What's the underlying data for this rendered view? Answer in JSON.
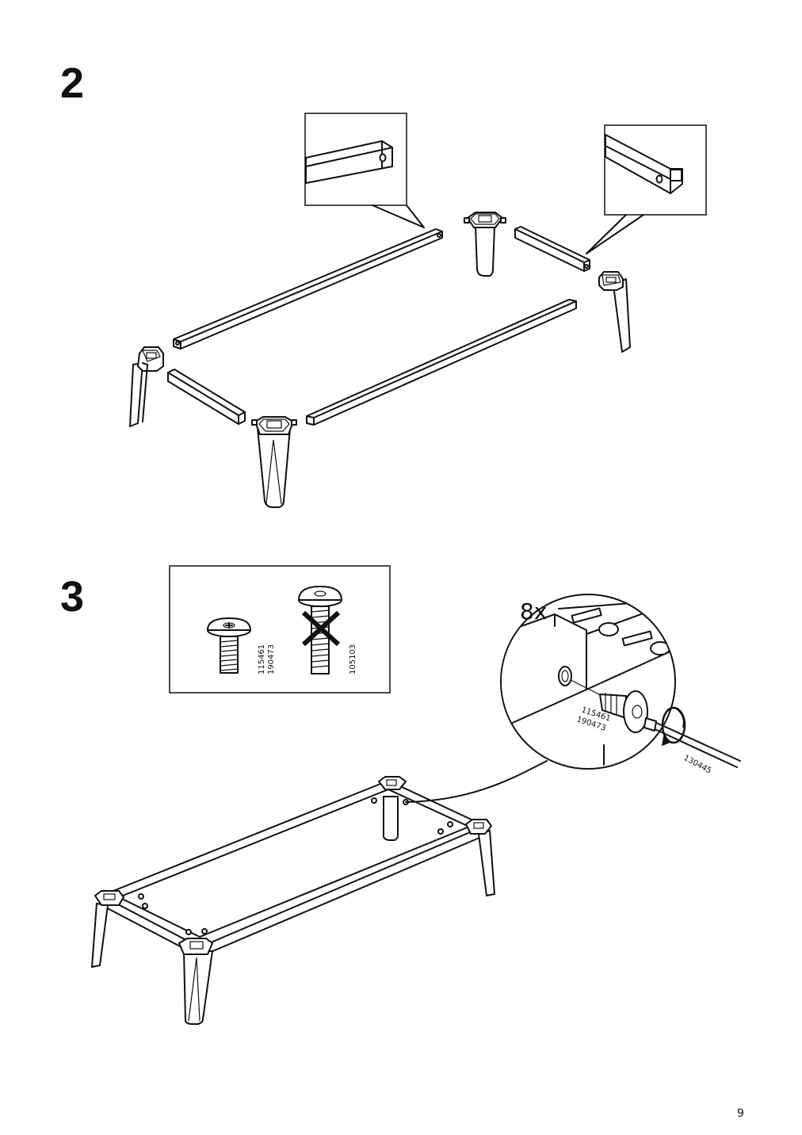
{
  "page": {
    "number": "9"
  },
  "step2": {
    "number": "2"
  },
  "step3": {
    "number": "3",
    "quantity": "8x",
    "screw_ok": {
      "code_1": "115461",
      "code_2": "190473"
    },
    "screw_wrong": {
      "code": "105103"
    },
    "detail_screw": {
      "code_1": "115461",
      "code_2": "190473"
    },
    "tool_code": "130445"
  }
}
